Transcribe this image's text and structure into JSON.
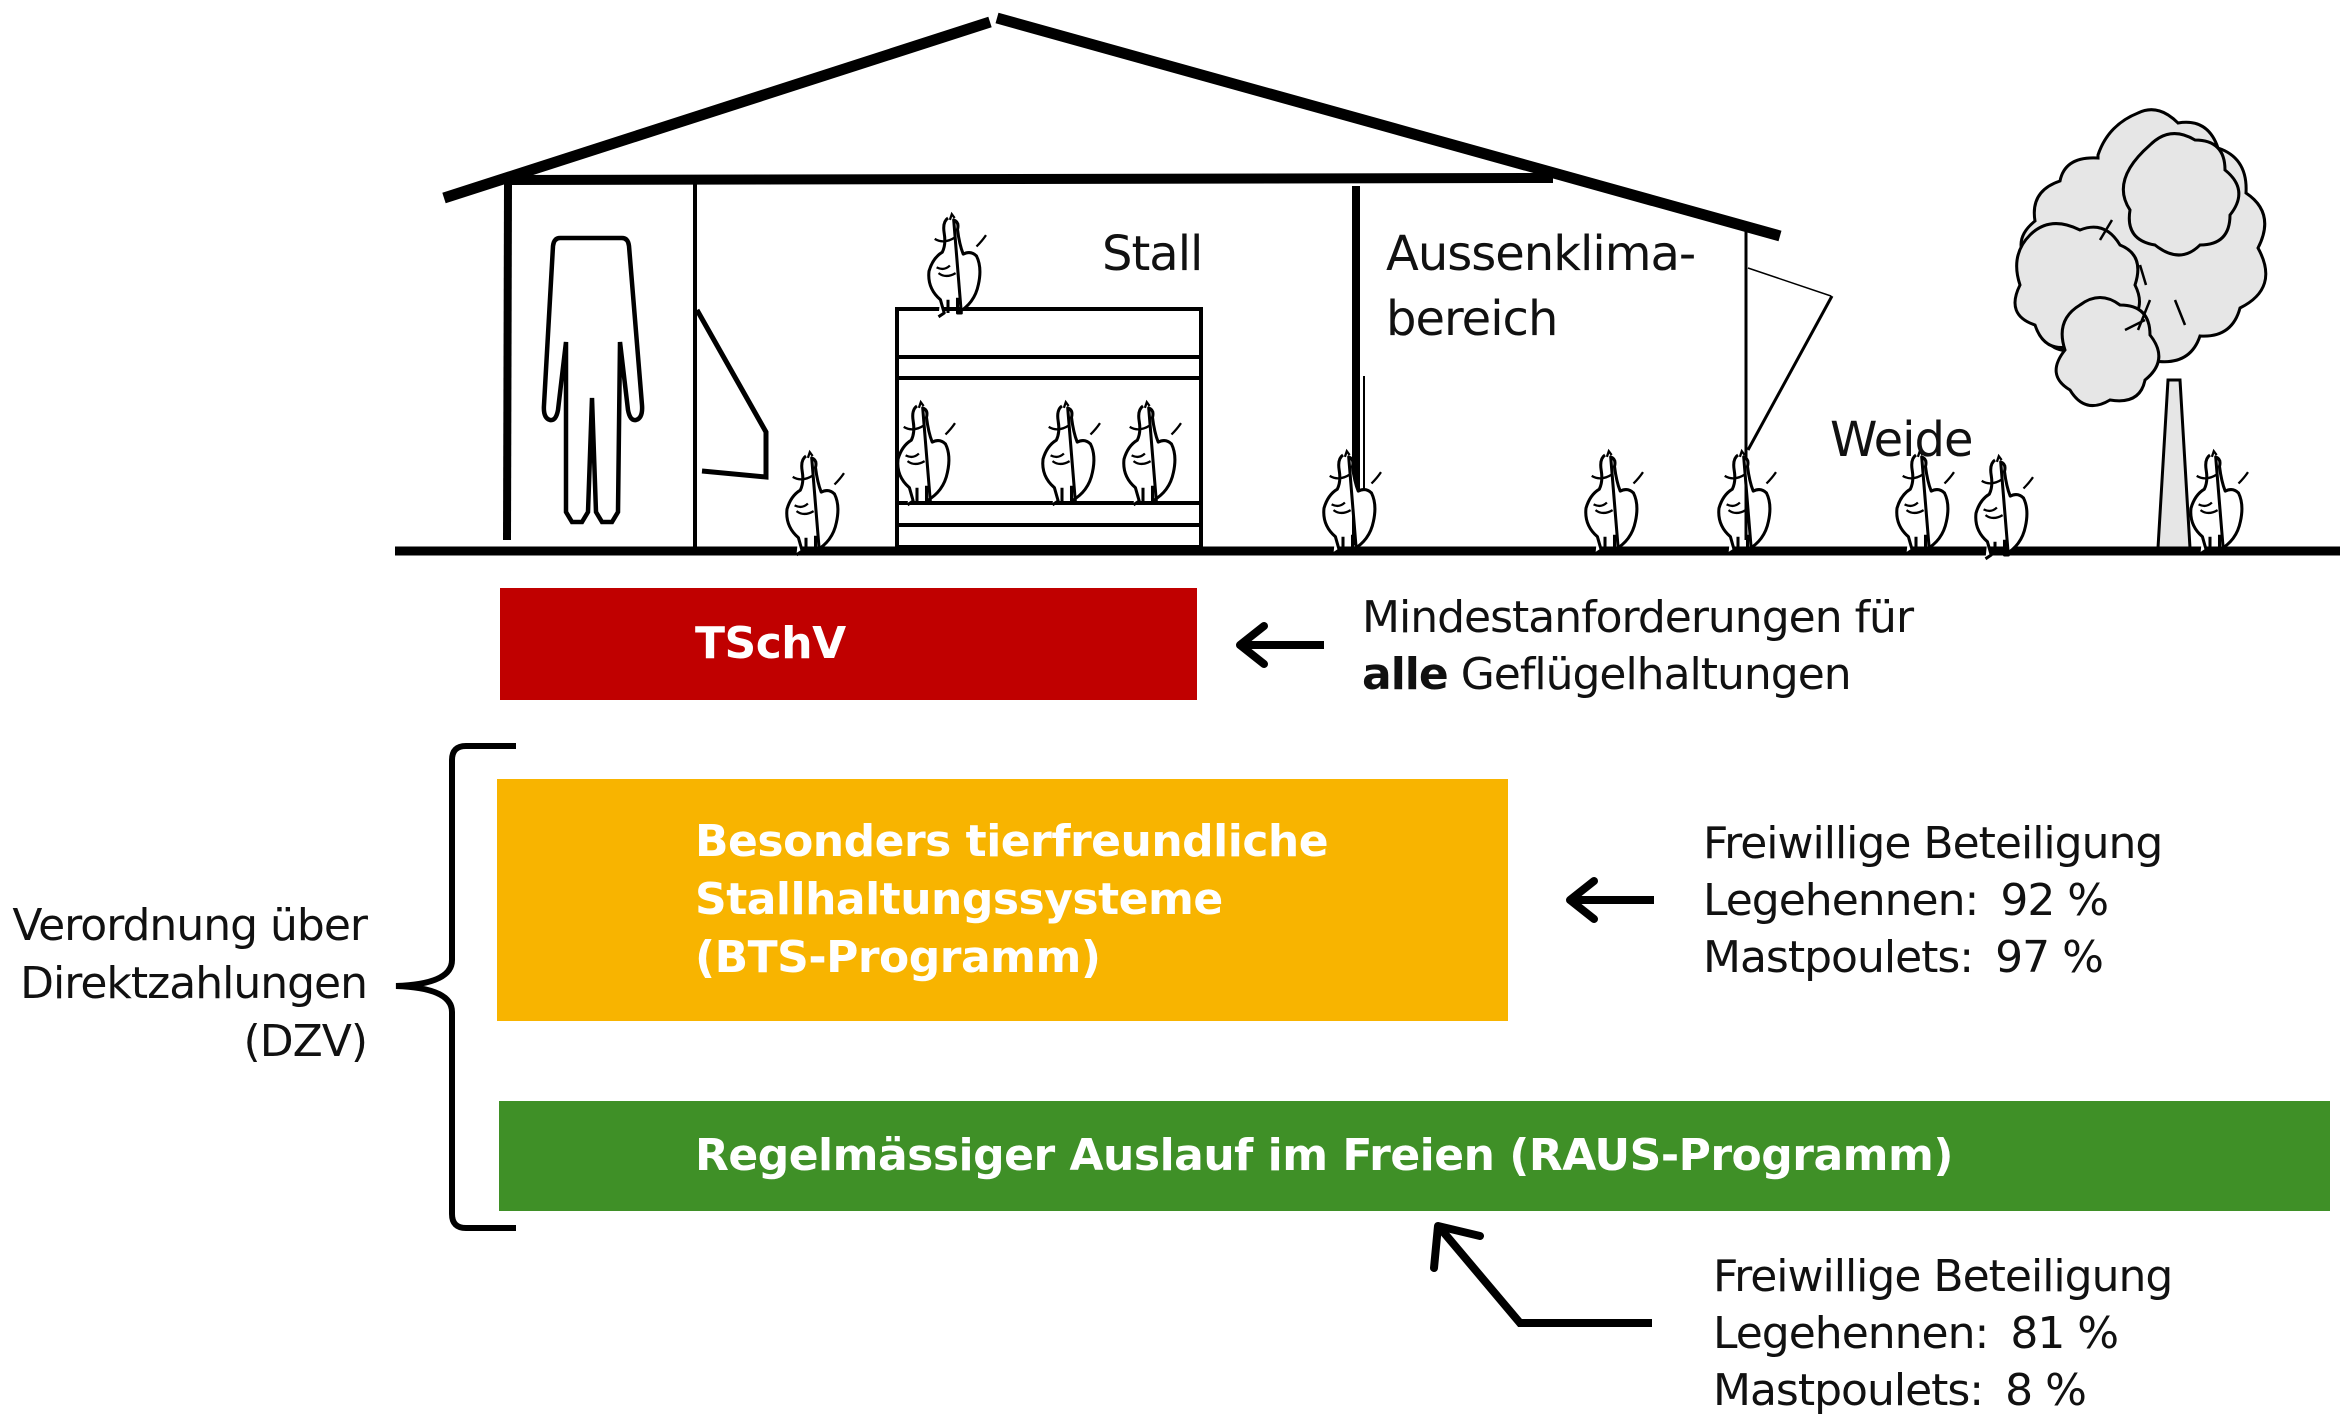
{
  "scene": {
    "labels": {
      "stall": "Stall",
      "aussenklima_line1": "Aussenklima-",
      "aussenklima_line2": "bereich",
      "weide": "Weide"
    }
  },
  "programs": {
    "tschv": {
      "label": "TSchV",
      "color": "#C00000",
      "note_line1": "Mindestanforderungen für",
      "note_bold": "alle",
      "note_line2_rest": " Geflügelhaltungen"
    },
    "bts": {
      "label_lines": [
        "Besonders tierfreundliche",
        "Stallhaltungssysteme",
        "(BTS-Programm)"
      ],
      "color": "#F8B400",
      "participation": {
        "title": "Freiwillige Beteiligung",
        "rows": [
          {
            "name": "Legehennen:",
            "value": "92 %"
          },
          {
            "name": "Mastpoulets:",
            "value": "97 %"
          }
        ]
      }
    },
    "raus": {
      "label": "Regelmässiger Auslauf im Freien (RAUS-Programm)",
      "color": "#3F9027",
      "participation": {
        "title": "Freiwillige Beteiligung",
        "rows": [
          {
            "name": "Legehennen:",
            "value": "81 %"
          },
          {
            "name": "Mastpoulets:",
            "value": "8 %"
          }
        ]
      }
    }
  },
  "dzv": {
    "lines": [
      "Verordnung über",
      "Direktzahlungen",
      "(DZV)"
    ]
  },
  "icons": {
    "arrows": [
      "arrow-left-icon",
      "arrow-left-icon",
      "arrow-up-left-icon"
    ],
    "figures": [
      "person-icon",
      "hen-icon",
      "tree-icon",
      "barn-icon"
    ]
  }
}
